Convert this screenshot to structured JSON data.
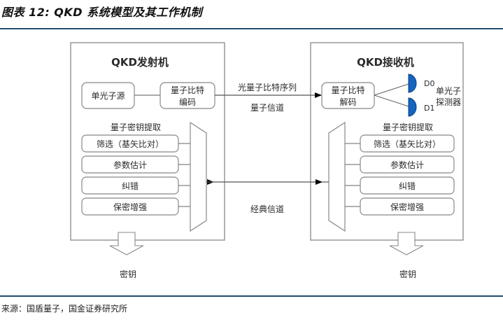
{
  "figure": {
    "title": "图表 12: QKD 系统模型及其工作机制",
    "source": "来源：国盾量子，国金证券研究所"
  },
  "transmitter": {
    "title": "QKD发射机",
    "single_photon_source": "单光子源",
    "encoding_line1": "量子比特",
    "encoding_line2": "编码",
    "key_extraction_title": "量子密钥提取",
    "steps": [
      "筛选（基矢比对）",
      "参数估计",
      "纠错",
      "保密增强"
    ],
    "output_label": "密钥"
  },
  "receiver": {
    "title": "QKD接收机",
    "decoding_line1": "量子比特",
    "decoding_line2": "解码",
    "detector_d0": "D0",
    "detector_d1": "D1",
    "detector_label_line1": "单光子",
    "detector_label_line2": "探测器",
    "detector_color": "#1565c0",
    "key_extraction_title": "量子密钥提取",
    "steps": [
      "筛选（基矢比对）",
      "参数估计",
      "纠错",
      "保密增强"
    ],
    "output_label": "密钥"
  },
  "channels": {
    "quantum_signal": "光量子比特序列",
    "quantum_channel": "量子信道",
    "classical_channel": "经典信道"
  },
  "colors": {
    "rule": "#1f4e6e",
    "box_stroke": "#777777"
  }
}
